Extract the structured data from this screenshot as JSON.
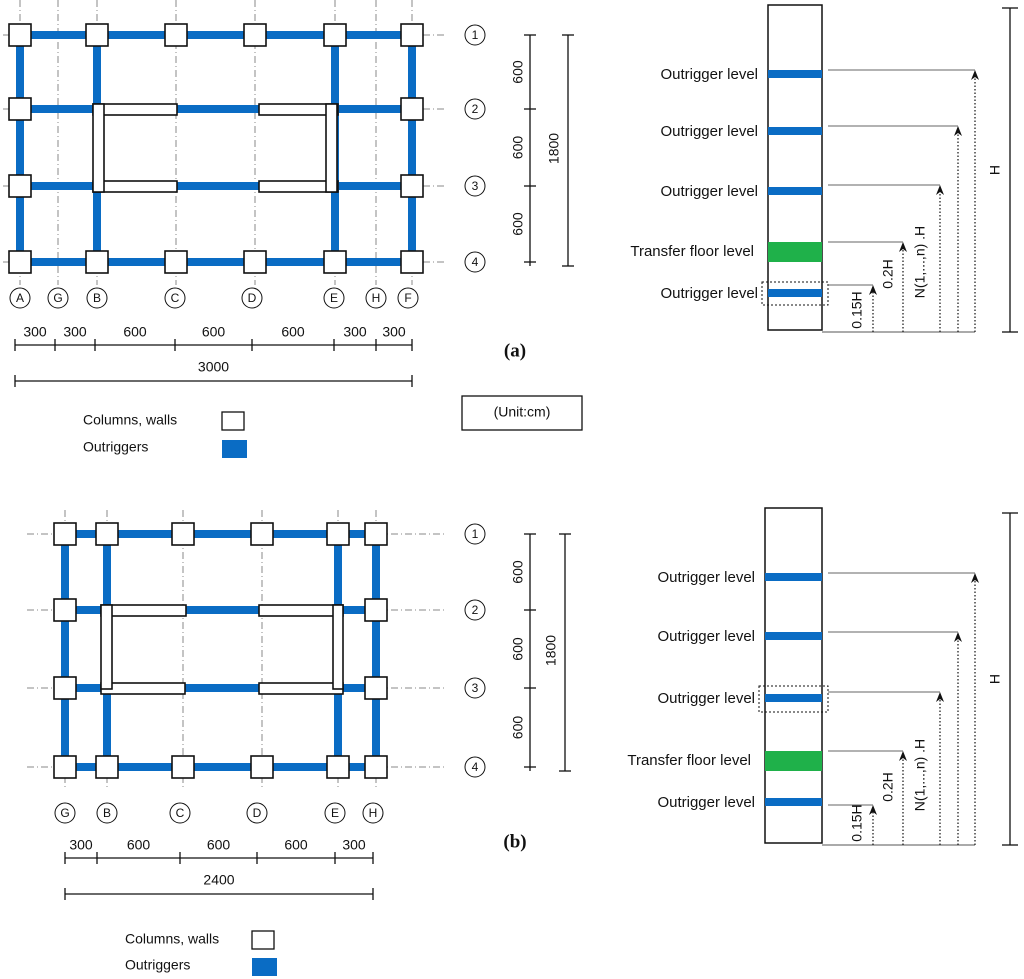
{
  "colors": {
    "outrigger": "#0a6cc4",
    "transfer": "#1fb14a",
    "wall": "#ffffff",
    "line": "#111111",
    "axis": "#888888"
  },
  "panel_a": {
    "caption": "(a)",
    "plan": {
      "col_labels": [
        "A",
        "G",
        "B",
        "C",
        "D",
        "E",
        "H",
        "F"
      ],
      "row_labels": [
        "1",
        "2",
        "3",
        "4"
      ],
      "spans": [
        "300",
        "300",
        "600",
        "600",
        "600",
        "300",
        "300"
      ],
      "total": "3000",
      "row_spans": [
        "600",
        "600",
        "600"
      ],
      "row_total": "1800"
    },
    "legend": {
      "columns": "Columns, walls",
      "outriggers": "Outriggers"
    },
    "unit": "(Unit:cm)",
    "elevation": {
      "levels": [
        "Outrigger level",
        "Outrigger level",
        "Outrigger level",
        "Transfer floor level",
        "Outrigger level"
      ],
      "dims": [
        "0.15H",
        "0.2H",
        "N(1,...,n) .H",
        "H"
      ]
    }
  },
  "panel_b": {
    "caption": "(b)",
    "plan": {
      "col_labels": [
        "G",
        "B",
        "C",
        "D",
        "E",
        "H"
      ],
      "row_labels": [
        "1",
        "2",
        "3",
        "4"
      ],
      "spans": [
        "300",
        "600",
        "600",
        "600",
        "300"
      ],
      "total": "2400",
      "row_spans": [
        "600",
        "600",
        "600"
      ],
      "row_total": "1800"
    },
    "legend": {
      "columns": "Columns, walls",
      "outriggers": "Outriggers"
    },
    "elevation": {
      "levels": [
        "Outrigger level",
        "Outrigger level",
        "Outrigger level",
        "Transfer floor level",
        "Outrigger level"
      ],
      "dims": [
        "0.15H",
        "0.2H",
        "N(1,...,n) .H",
        "H"
      ]
    }
  }
}
